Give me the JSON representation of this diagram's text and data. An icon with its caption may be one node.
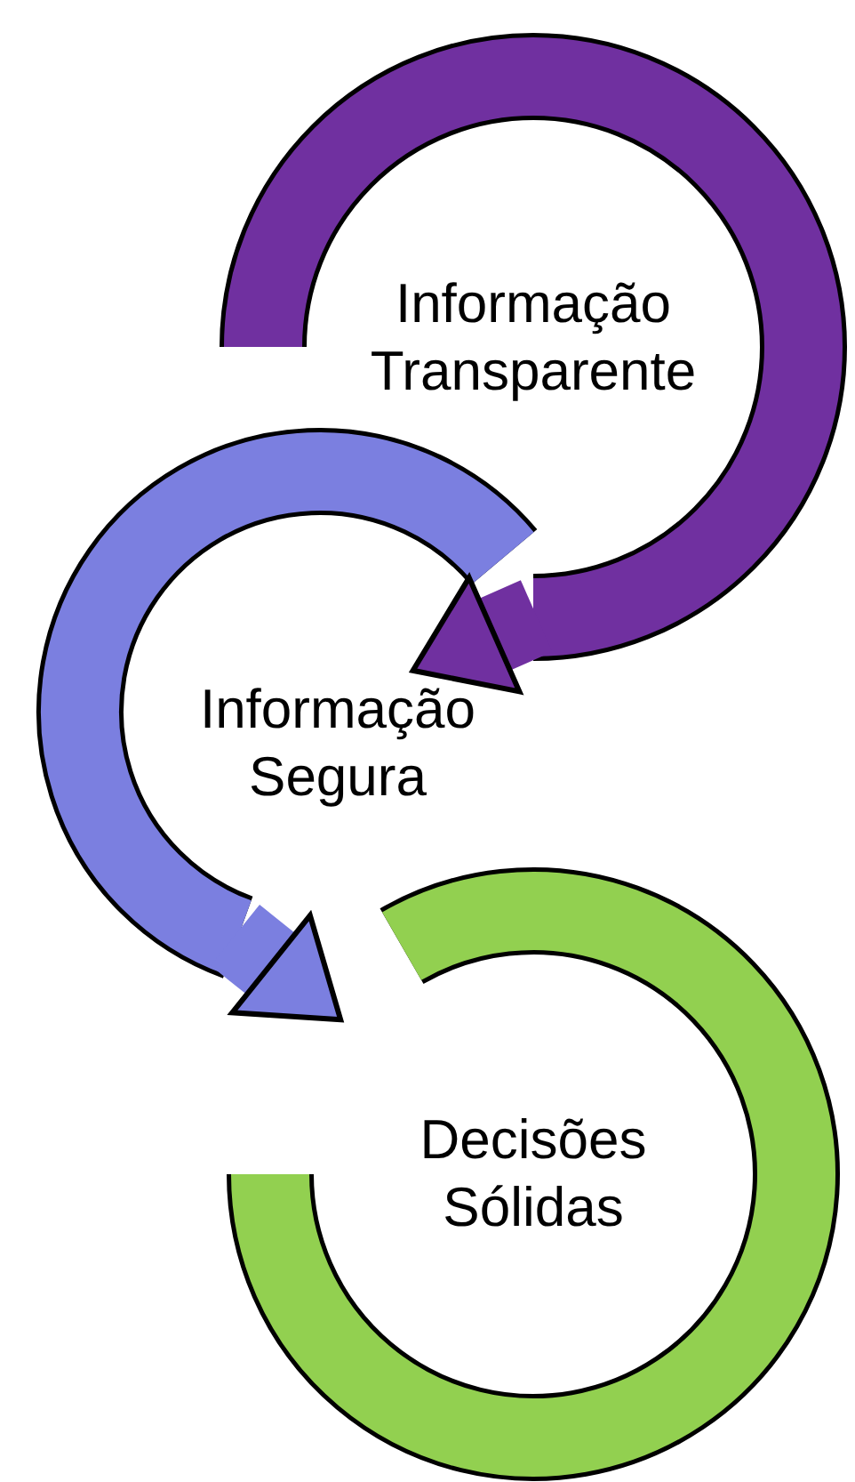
{
  "diagram": {
    "nodes": [
      {
        "text": [
          "Informação Transparente"
        ]
      },
      {
        "text": [
          "Informação Segura"
        ]
      },
      {
        "text": [
          "Decisões Sólidas"
        ]
      }
    ],
    "edges": [
      {
        "from": 0,
        "to": 1,
        "arrow": "to"
      },
      {
        "from": 1,
        "to": 2,
        "arrow": "to"
      }
    ]
  }
}
